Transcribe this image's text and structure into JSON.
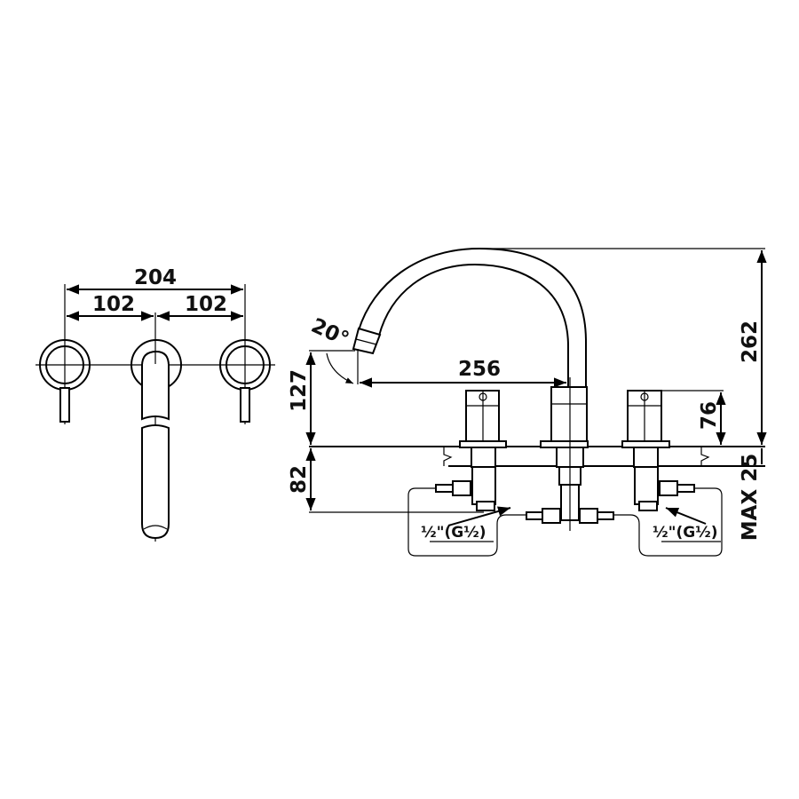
{
  "front_view": {
    "overall_width": "204",
    "left_spacing": "102",
    "right_spacing": "102"
  },
  "side_view": {
    "spout_angle": "20°",
    "spout_reach": "256",
    "spout_outlet_height": "127",
    "below_deck_depth": "82",
    "overall_height": "262",
    "handle_height": "76",
    "max_deck_thickness": "MAX 25",
    "left_connection": "½\"(G½)",
    "right_connection": "½\"(G½)"
  },
  "colors": {
    "line": "#000000",
    "background": "#ffffff"
  }
}
